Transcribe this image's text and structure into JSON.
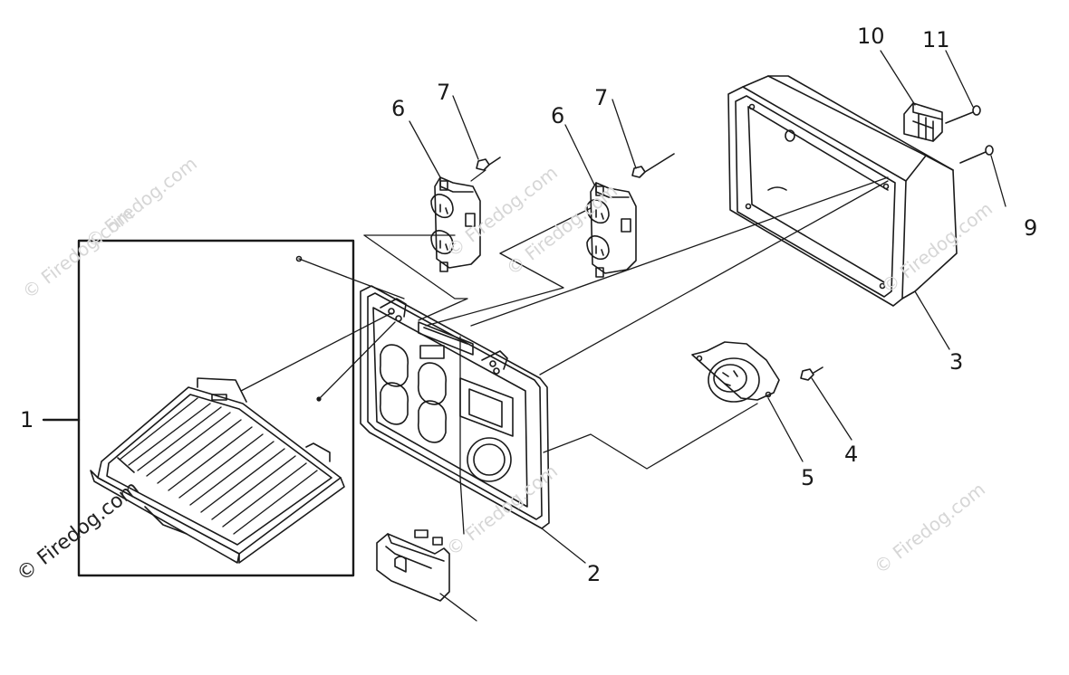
{
  "callouts": {
    "c1": "1",
    "c2": "2",
    "c3": "3",
    "c4": "4",
    "c5": "5",
    "c6a": "6",
    "c6b": "6",
    "c7a": "7",
    "c7b": "7",
    "c9": "9",
    "c10": "10",
    "c11": "11"
  },
  "watermark": {
    "text": "© Firedog.com",
    "color": "#d6d6d6",
    "dark_color": "#222222"
  },
  "diagram": {
    "line_color": "#1a1a1a",
    "background": "#ffffff"
  }
}
